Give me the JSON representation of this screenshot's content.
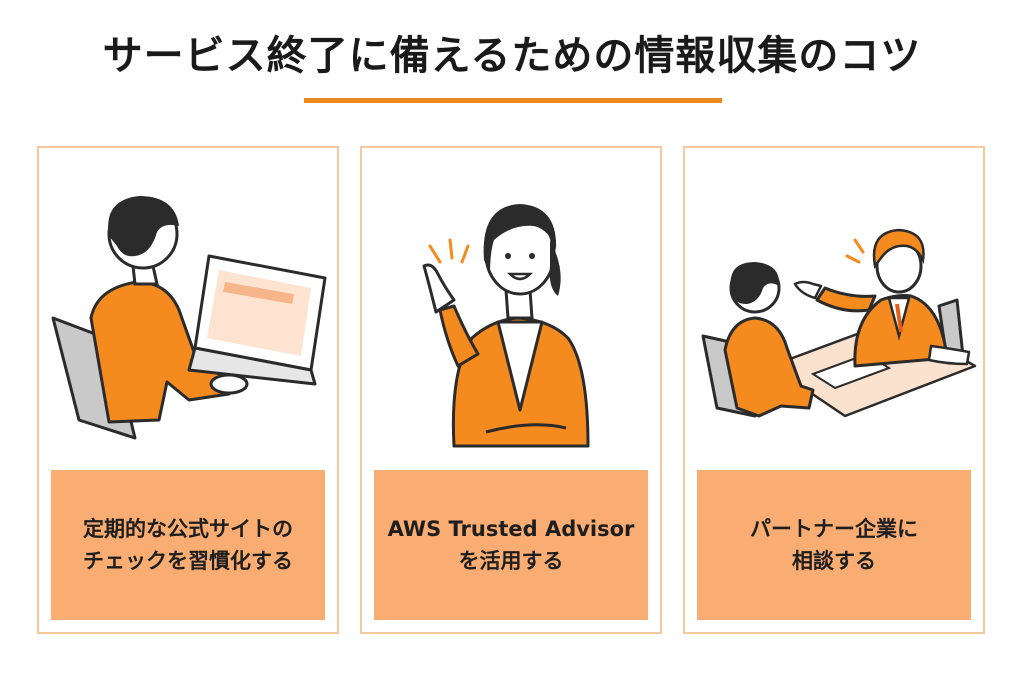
{
  "header": {
    "title": "サービス終了に備えるための情報収集のコツ"
  },
  "colors": {
    "accent": "#ef8a1e",
    "card_border": "#f6c89e",
    "label_bg": "#f9ad72",
    "figure_orange": "#f58a1f",
    "hair": "#2b2b2b"
  },
  "cards": [
    {
      "illustration": "person-using-laptop-icon",
      "label_lines": [
        "定期的な公式サイトの",
        "チェックを習慣化する"
      ]
    },
    {
      "illustration": "woman-pointing-idea-icon",
      "label_lines": [
        "AWS Trusted Advisor",
        "を活用する"
      ]
    },
    {
      "illustration": "business-consultation-icon",
      "label_lines": [
        "パートナー企業に",
        "相談する"
      ]
    }
  ]
}
